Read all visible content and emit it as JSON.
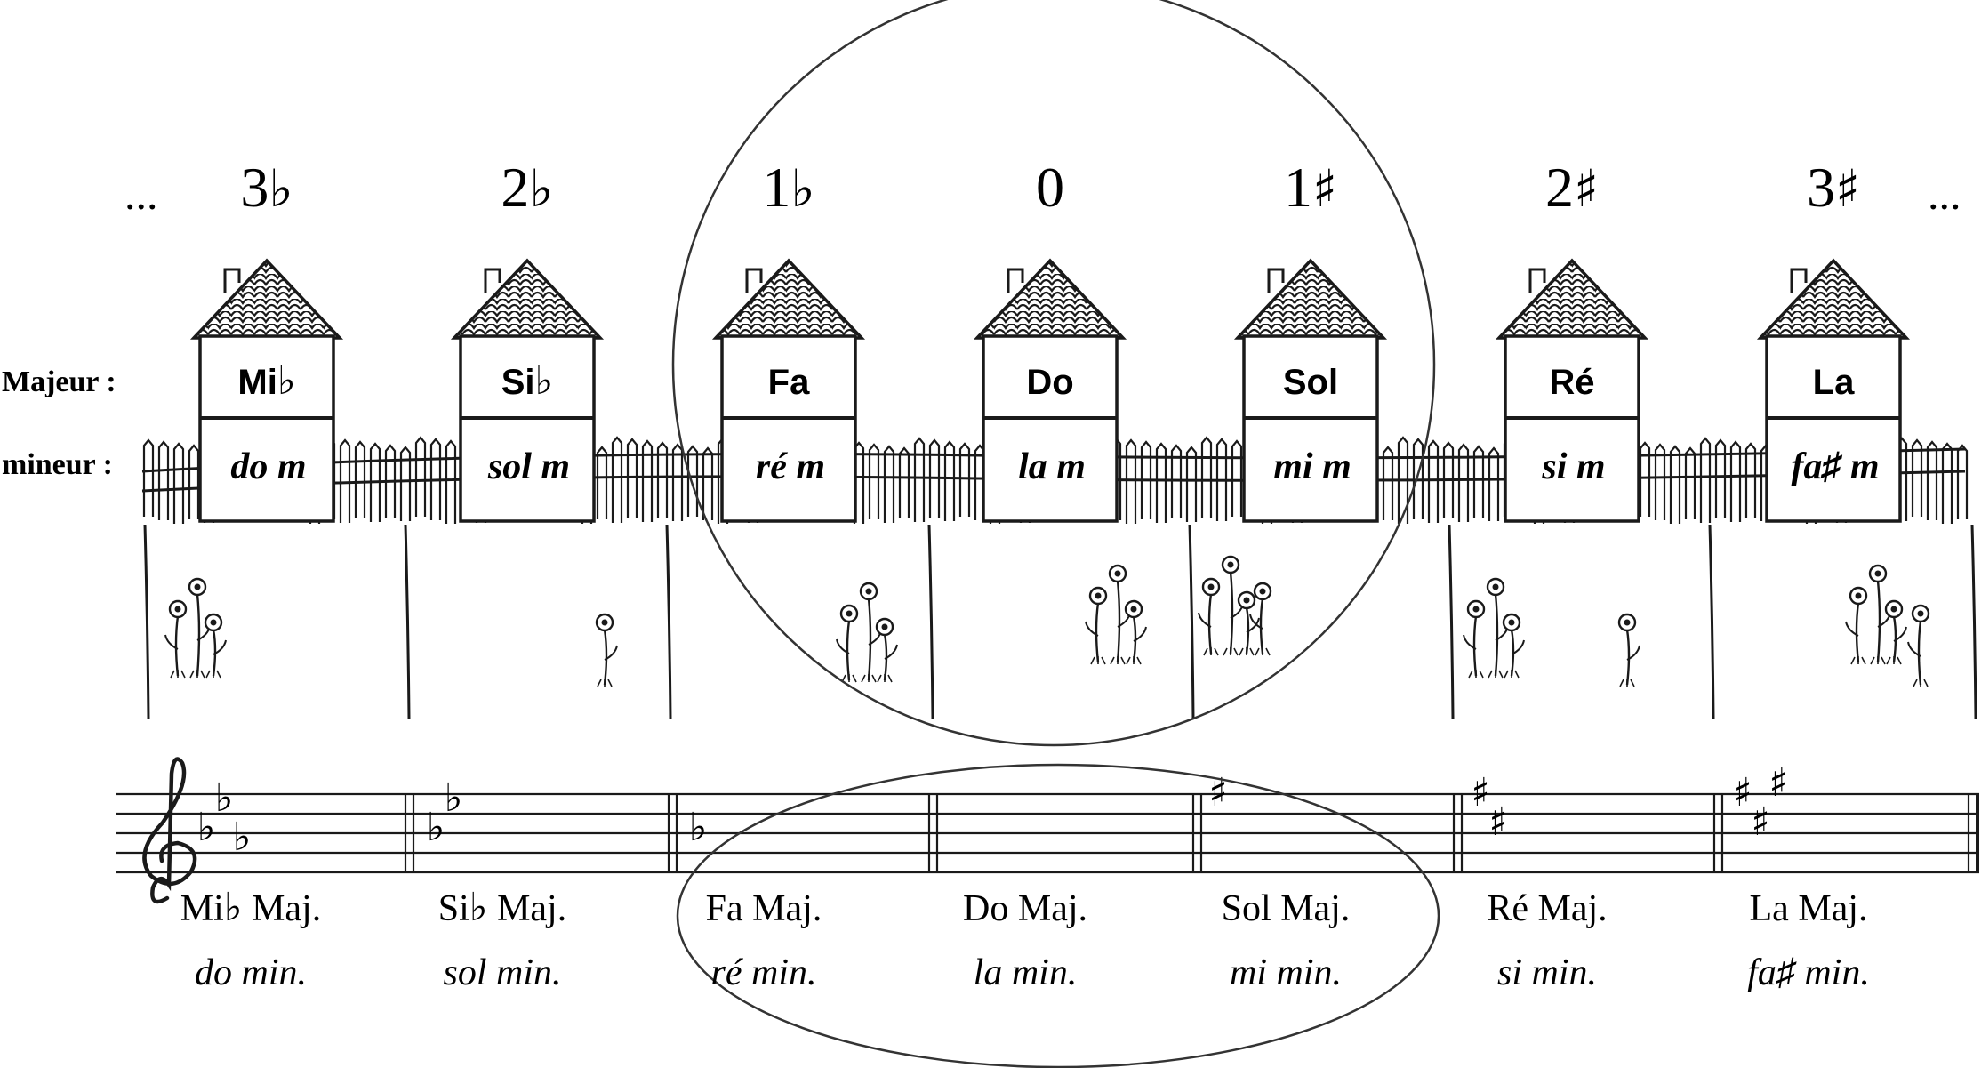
{
  "ellipsis_left": "...",
  "ellipsis_right": "...",
  "row_labels": {
    "major": "Majeur :",
    "minor": "mineur :"
  },
  "keys": [
    {
      "count": "3",
      "acc": "flat",
      "acc_glyph": "♭",
      "major": "Mi",
      "major_acc": "♭",
      "minor": "do m",
      "staff_major": "Mi",
      "staff_major_acc": "♭",
      "staff_major_suffix": "Maj.",
      "staff_minor": "do min."
    },
    {
      "count": "2",
      "acc": "flat",
      "acc_glyph": "♭",
      "major": "Si",
      "major_acc": "♭",
      "minor": "sol m",
      "staff_major": "Si",
      "staff_major_acc": "♭",
      "staff_major_suffix": "Maj.",
      "staff_minor": "sol min."
    },
    {
      "count": "1",
      "acc": "flat",
      "acc_glyph": "♭",
      "major": "Fa",
      "major_acc": "",
      "minor": "ré m",
      "staff_major": "Fa",
      "staff_major_acc": "",
      "staff_major_suffix": "Maj.",
      "staff_minor": "ré min."
    },
    {
      "count": "0",
      "acc": "none",
      "acc_glyph": "",
      "major": "Do",
      "major_acc": "",
      "minor": "la m",
      "staff_major": "Do",
      "staff_major_acc": "",
      "staff_major_suffix": "Maj.",
      "staff_minor": "la min."
    },
    {
      "count": "1",
      "acc": "sharp",
      "acc_glyph": "♯",
      "major": "Sol",
      "major_acc": "",
      "minor": "mi m",
      "staff_major": "Sol",
      "staff_major_acc": "",
      "staff_major_suffix": "Maj.",
      "staff_minor": "mi min."
    },
    {
      "count": "2",
      "acc": "sharp",
      "acc_glyph": "♯",
      "major": "Ré",
      "major_acc": "",
      "minor": "si m",
      "staff_major": "Ré",
      "staff_major_acc": "",
      "staff_major_suffix": "Maj.",
      "staff_minor": "si min."
    },
    {
      "count": "3",
      "acc": "sharp",
      "acc_glyph": "♯",
      "major": "La",
      "major_acc": "",
      "minor": "fa♯ m",
      "staff_major": "La",
      "staff_major_acc": "",
      "staff_major_suffix": "Maj.",
      "staff_minor": "fa♯ min."
    }
  ],
  "highlight": {
    "shape": "circle",
    "keys_enclosed": [
      "Fa",
      "Do",
      "Sol"
    ]
  },
  "clef": "treble-clef-icon",
  "illustrations": [
    "house-icon",
    "fence",
    "flower-icon"
  ]
}
